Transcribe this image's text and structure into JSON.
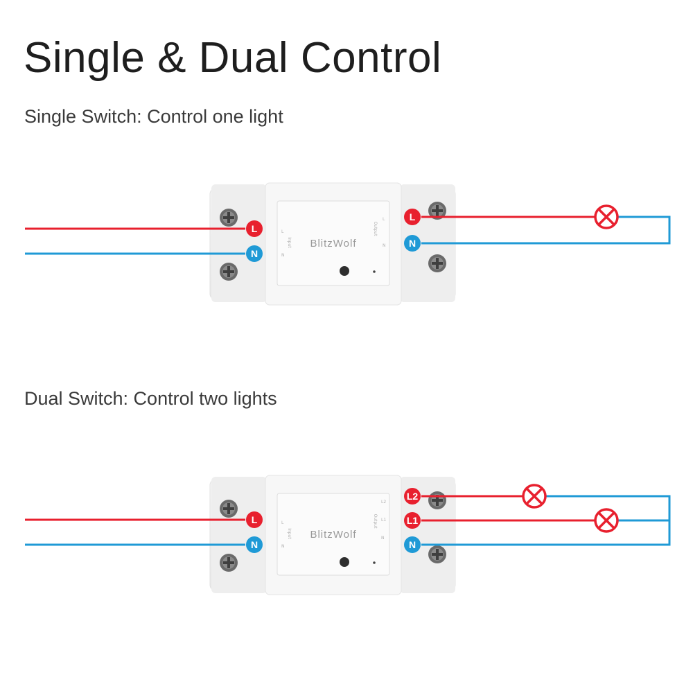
{
  "title": "Single & Dual Control",
  "sections": {
    "single": {
      "subtitle": "Single Switch: Control one light",
      "input_terminals": [
        "L",
        "N"
      ],
      "output_terminals": [
        "L",
        "N"
      ],
      "brand": "BlitzWolf",
      "input_pins": [
        "L",
        "N"
      ],
      "input_label": "Input",
      "output_label": "Output",
      "output_pins": [
        "L",
        "N"
      ]
    },
    "dual": {
      "subtitle": "Dual Switch: Control two lights",
      "input_terminals": [
        "L",
        "N"
      ],
      "output_terminals": [
        "L2",
        "L1",
        "N"
      ],
      "brand": "BlitzWolf",
      "input_pins": [
        "L",
        "N"
      ],
      "input_label": "Input",
      "output_label": "Output",
      "output_pins": [
        "L2",
        "L1",
        "N"
      ]
    }
  },
  "colors": {
    "live_wire": "#e8202e",
    "neutral_wire": "#1f9ad6",
    "device_body": "#f1f1f1",
    "lamp_icon": "#e8202e"
  }
}
